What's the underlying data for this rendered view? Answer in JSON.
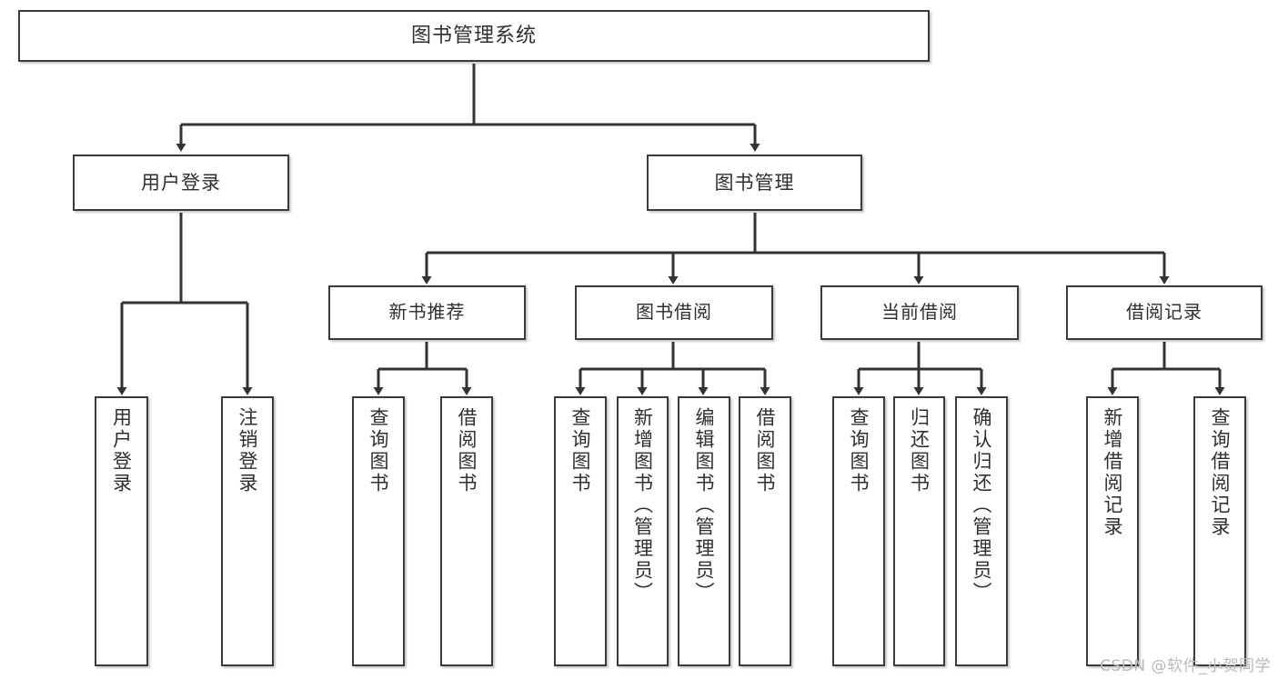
{
  "diagram": {
    "title": "图书管理系统",
    "type": "tree",
    "watermark": "CSDN @软件_小贺同学",
    "colors": {
      "box_border": "#3b3b3b",
      "box_fill": "#ffffff",
      "edge": "#333333",
      "text": "#2f2f2f",
      "watermark": "#b9b9b9"
    },
    "root": {
      "label": "图书管理系统"
    },
    "level2": [
      {
        "label": "用户登录"
      },
      {
        "label": "图书管理"
      }
    ],
    "level3": [
      {
        "label": "新书推荐"
      },
      {
        "label": "图书借阅"
      },
      {
        "label": "当前借阅"
      },
      {
        "label": "借阅记录"
      }
    ],
    "leaves": {
      "user_login": [
        {
          "label": "用户登录"
        },
        {
          "label": "注销登录"
        }
      ],
      "new_book": [
        {
          "label": "查询图书"
        },
        {
          "label": "借阅图书"
        }
      ],
      "book_borrow": [
        {
          "label": "查询图书"
        },
        {
          "label": "新增图书（管理员）"
        },
        {
          "label": "编辑图书（管理员）"
        },
        {
          "label": "借阅图书"
        }
      ],
      "current_borrow": [
        {
          "label": "查询图书"
        },
        {
          "label": "归还图书"
        },
        {
          "label": "确认归还（管理员）"
        }
      ],
      "borrow_record": [
        {
          "label": "新增借阅记录"
        },
        {
          "label": "查询借阅记录"
        }
      ]
    }
  }
}
